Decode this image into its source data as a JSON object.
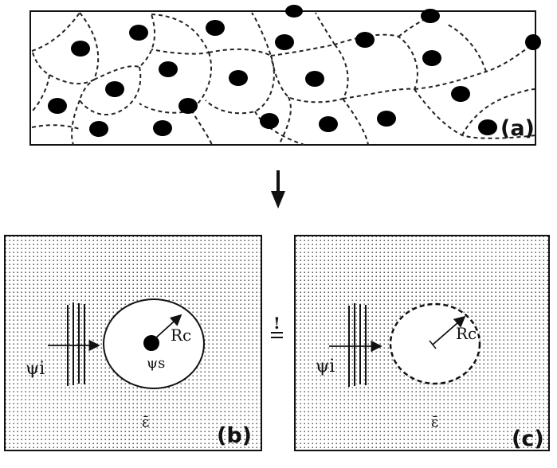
{
  "panels": {
    "a": {
      "label": "(a)"
    },
    "b": {
      "label": "(b)",
      "incident": "ψi",
      "scattered": "ψs",
      "radius": "Rc",
      "medium": "ε̄"
    },
    "c": {
      "label": "(c)",
      "incident": "ψi",
      "radius": "Rc",
      "medium": "ε̄"
    }
  },
  "equivalence_symbol": "!",
  "colors": {
    "ink": "#111111",
    "background": "#ffffff"
  },
  "icons": {
    "arrow": "down-arrow-icon"
  }
}
